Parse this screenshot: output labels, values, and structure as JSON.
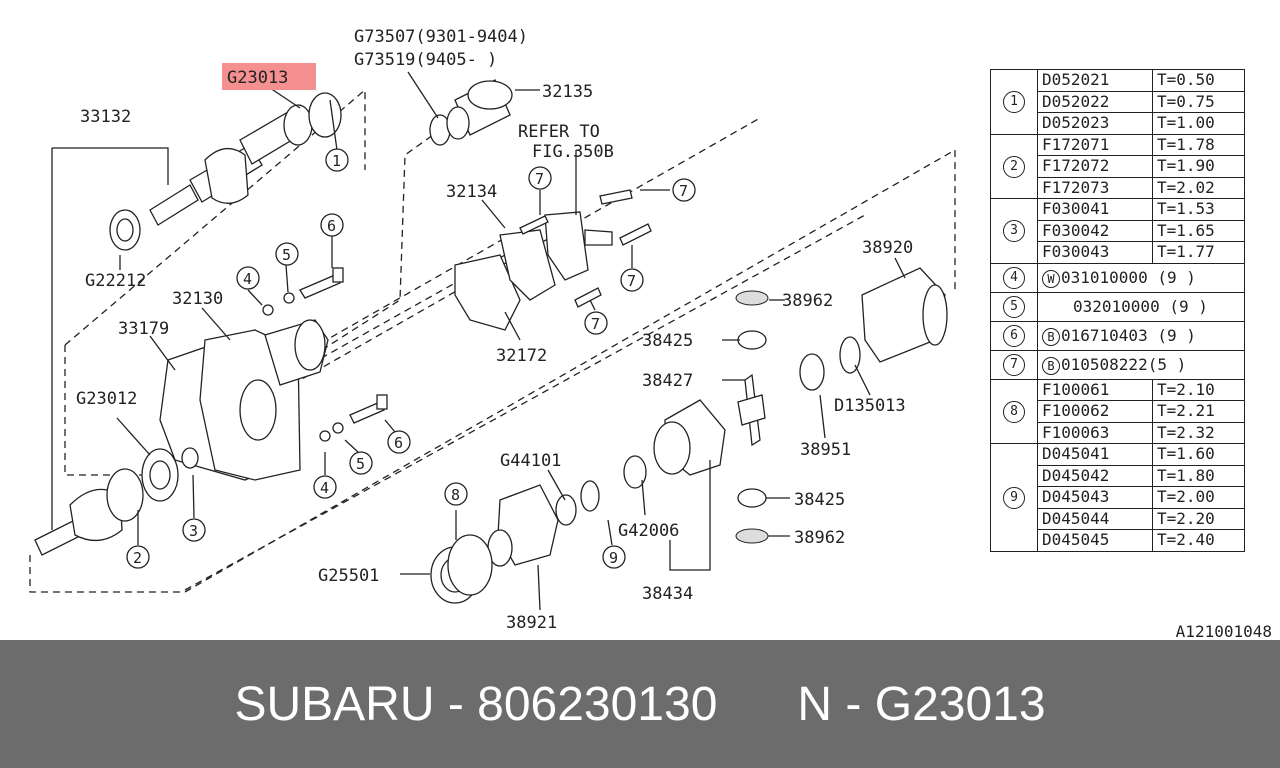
{
  "labels": {
    "g73507": "G73507(9301-9404)",
    "g73519": "G73519(9405-        )",
    "g23013": "G23013",
    "n32135": "32135",
    "n33132": "33132",
    "refer1": "REFER TO",
    "refer2": "FIG.350B",
    "n32134": "32134",
    "g22212": "G22212",
    "n32130": "32130",
    "n33179": "33179",
    "g23012": "G23012",
    "n32172": "32172",
    "n38920": "38920",
    "n38962a": "38962",
    "n38425a": "38425",
    "n38427": "38427",
    "d135013": "D135013",
    "n38951": "38951",
    "g44101": "G44101",
    "n38425b": "38425",
    "g42006": "G42006",
    "n38962b": "38962",
    "g25501": "G25501",
    "n38434": "38434",
    "n38921": "38921"
  },
  "callouts": {
    "c1": "1",
    "c2": "2",
    "c3": "3",
    "c4": "4",
    "c5": "5",
    "c6": "6",
    "c7": "7",
    "c8": "8",
    "c9": "9"
  },
  "highlight_color": "#f4908f",
  "table": {
    "g1": {
      "key": "1",
      "rows": [
        {
          "code": "D052021",
          "thk": "T=0.50"
        },
        {
          "code": "D052022",
          "thk": "T=0.75"
        },
        {
          "code": "D052023",
          "thk": "T=1.00"
        }
      ]
    },
    "g2": {
      "key": "2",
      "rows": [
        {
          "code": "F172071",
          "thk": "T=1.78"
        },
        {
          "code": "F172072",
          "thk": "T=1.90"
        },
        {
          "code": "F172073",
          "thk": "T=2.02"
        }
      ]
    },
    "g3": {
      "key": "3",
      "rows": [
        {
          "code": "F030041",
          "thk": "T=1.53"
        },
        {
          "code": "F030042",
          "thk": "T=1.65"
        },
        {
          "code": "F030043",
          "thk": "T=1.77"
        }
      ]
    },
    "r4": {
      "key": "4",
      "prefix": "W",
      "text": "031010000 (9 )"
    },
    "r5": {
      "key": "5",
      "text": "032010000 (9 )"
    },
    "r6": {
      "key": "6",
      "prefix": "B",
      "text": "016710403 (9 )"
    },
    "r7": {
      "key": "7",
      "prefix": "B",
      "text": "010508222(5 )"
    },
    "g8": {
      "key": "8",
      "rows": [
        {
          "code": "F100061",
          "thk": "T=2.10"
        },
        {
          "code": "F100062",
          "thk": "T=2.21"
        },
        {
          "code": "F100063",
          "thk": "T=2.32"
        }
      ]
    },
    "g9": {
      "key": "9",
      "rows": [
        {
          "code": "D045041",
          "thk": "T=1.60"
        },
        {
          "code": "D045042",
          "thk": "T=1.80"
        },
        {
          "code": "D045043",
          "thk": "T=2.00"
        },
        {
          "code": "D045044",
          "thk": "T=2.20"
        },
        {
          "code": "D045045",
          "thk": "T=2.40"
        }
      ]
    }
  },
  "image_id": "A121001048",
  "footer": {
    "brand": "SUBARU - 806230130",
    "part": "N - G23013"
  }
}
